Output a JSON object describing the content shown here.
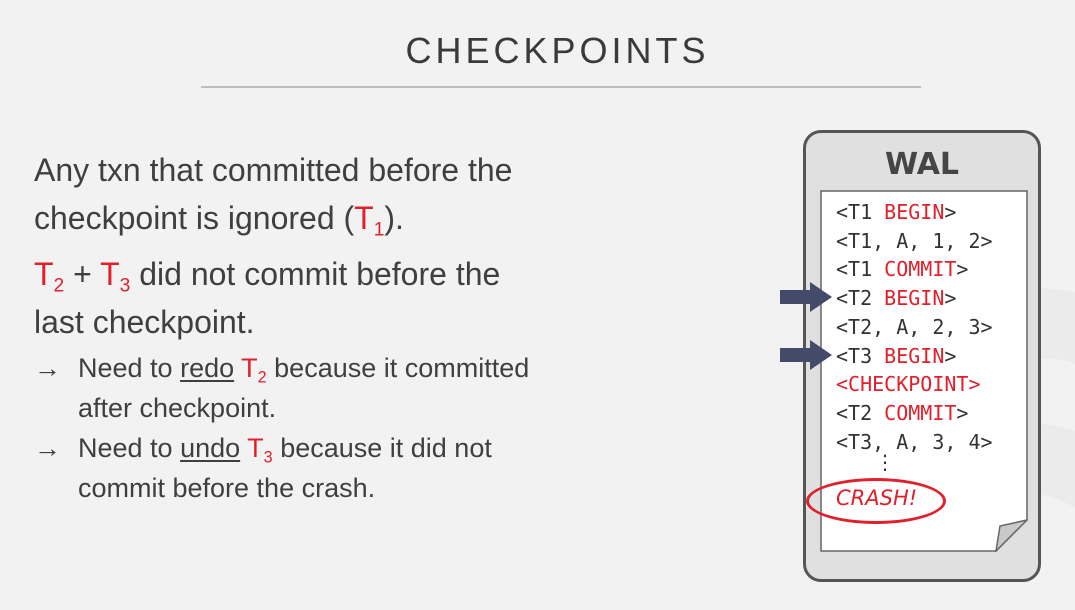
{
  "slide": {
    "title": "CHECKPOINTS"
  },
  "text": {
    "p1_line1": "Any txn that committed before the",
    "p1_line2_a": "checkpoint is ignored (",
    "p1_T": "T",
    "p1_sub": "1",
    "p1_line2_b": ").",
    "p2_T2": "T",
    "p2_sub2": "2",
    "p2_plus": " + ",
    "p2_T3": "T",
    "p2_sub3": "3",
    "p2_rest": " did not commit before the",
    "p2_line2": "last checkpoint.",
    "bullet_arrow": "→",
    "b1_a": "Need to ",
    "b1_u": "redo",
    "b1_T": "T",
    "b1_sub": "2",
    "b1_b": " because it committed",
    "b1_line2": "after checkpoint.",
    "b2_a": "Need to ",
    "b2_u": "undo",
    "b2_T": "T",
    "b2_sub": "3",
    "b2_b": " because it did not",
    "b2_line2": "commit before the crash."
  },
  "wal": {
    "title": "WAL",
    "entries": [
      {
        "pre": "<T1 ",
        "kw": "BEGIN",
        "post": ">"
      },
      {
        "pre": "<T1, A, 1, 2>",
        "kw": "",
        "post": ""
      },
      {
        "pre": "<T1 ",
        "kw": "COMMIT",
        "post": ">"
      },
      {
        "pre": "<T2 ",
        "kw": "BEGIN",
        "post": ">"
      },
      {
        "pre": "<T2, A, 2, 3>",
        "kw": "",
        "post": ""
      },
      {
        "pre": "<T3 ",
        "kw": "BEGIN",
        "post": ">"
      },
      {
        "pre": "",
        "kw": "<CHECKPOINT>",
        "post": ""
      },
      {
        "pre": "<T2 ",
        "kw": "COMMIT",
        "post": ">"
      },
      {
        "pre": "<T3, A, 3, 4>",
        "kw": "",
        "post": ""
      }
    ],
    "ellipsis": "⋮",
    "crash_label": "CRASH!"
  },
  "colors": {
    "accent": "#e0202a",
    "text": "#444444",
    "arrow": "#444a6a"
  }
}
